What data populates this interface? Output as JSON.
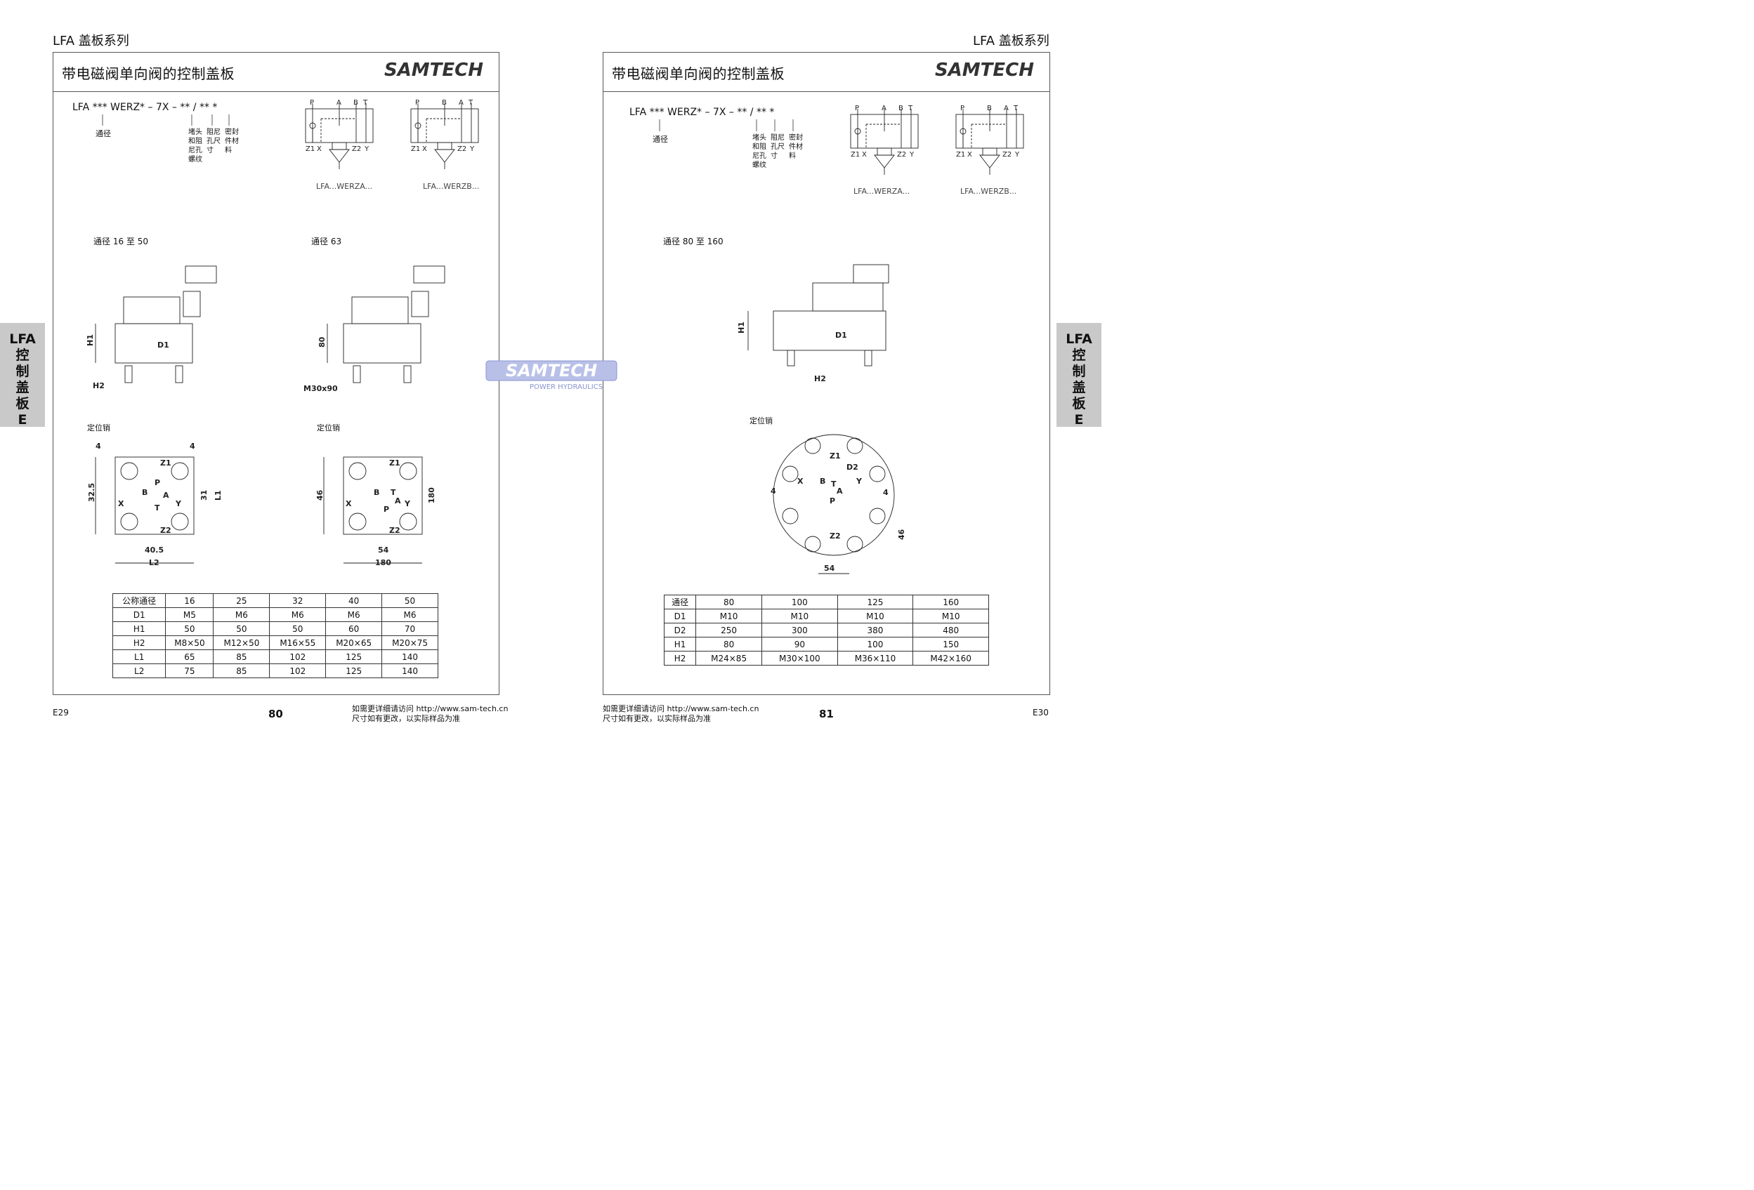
{
  "left": {
    "series": "LFA 盖板系列",
    "title": "带电磁阀单向阀的控制盖板",
    "logo": "SAMTECH",
    "code": "LFA *** WERZ* – 7X – ** / ** *",
    "code_labels": {
      "bore": "通径",
      "plug": "堵头\n和阻\n尼孔\n螺纹",
      "orifice": "阻尼\n孔尺\n寸",
      "seal": "密封\n件材\n料"
    },
    "symbol_a": "LFA...WERZA...",
    "symbol_b": "LFA...WERZB...",
    "size1": "通径 16 至 50",
    "size2": "通径 63",
    "pin_label": "定位销",
    "dims": {
      "h1": "H1",
      "d1": "D1",
      "h2": "H2",
      "m30": "M30x90",
      "n80": "80",
      "n4": "4",
      "n32": "32.5",
      "n31": "31",
      "l1": "L1",
      "n405": "40.5",
      "l2": "L2",
      "n46": "46",
      "n180": "180",
      "n54": "54"
    },
    "ports": {
      "z1": "Z1",
      "z2": "Z2",
      "p": "P",
      "b": "B",
      "a": "A",
      "t": "T",
      "x": "X",
      "y": "Y"
    },
    "table": [
      [
        "公称通径",
        "16",
        "25",
        "32",
        "40",
        "50"
      ],
      [
        "D1",
        "M5",
        "M6",
        "M6",
        "M6",
        "M6"
      ],
      [
        "H1",
        "50",
        "50",
        "50",
        "60",
        "70"
      ],
      [
        "H2",
        "M8×50",
        "M12×50",
        "M16×55",
        "M20×65",
        "M20×75"
      ],
      [
        "L1",
        "65",
        "85",
        "102",
        "125",
        "140"
      ],
      [
        "L2",
        "75",
        "85",
        "102",
        "125",
        "140"
      ]
    ],
    "page_code": "E29",
    "page_no": "80",
    "note1": "如需更详细请访问 http://www.sam-tech.cn",
    "note2": "尺寸如有更改，以实际样品为准",
    "tab": [
      "LFA",
      "控",
      "制",
      "盖",
      "板",
      "E"
    ]
  },
  "right": {
    "series": "LFA 盖板系列",
    "title": "带电磁阀单向阀的控制盖板",
    "logo": "SAMTECH",
    "code": "LFA *** WERZ* –  7X  – ** / ** *",
    "code_labels": {
      "bore": "通径",
      "plug": "堵头\n和阻\n尼孔\n螺纹",
      "orifice": "阻尼\n孔尺\n寸",
      "seal": "密封\n件材\n料"
    },
    "symbol_a": "LFA...WERZA...",
    "symbol_b": "LFA...WERZB...",
    "size1": "通径 80 至 160",
    "pin_label": "定位销",
    "dims": {
      "h1": "H1",
      "d1": "D1",
      "h2": "H2",
      "n4": "4",
      "n46": "46",
      "n54": "54",
      "d2": "D2"
    },
    "table": [
      [
        "通径",
        "80",
        "100",
        "125",
        "160"
      ],
      [
        "D1",
        "M10",
        "M10",
        "M10",
        "M10"
      ],
      [
        "D2",
        "250",
        "300",
        "380",
        "480"
      ],
      [
        "H1",
        "80",
        "90",
        "100",
        "150"
      ],
      [
        "H2",
        "M24×85",
        "M30×100",
        "M36×110",
        "M42×160"
      ]
    ],
    "page_code": "E30",
    "page_no": "81",
    "note1": "如需更详细请访问 http://www.sam-tech.cn",
    "note2": "尺寸如有更改，以实际样品为准",
    "tab": [
      "LFA",
      "控",
      "制",
      "盖",
      "板",
      "E"
    ]
  },
  "watermark": {
    "brand": "SAMTECH",
    "tagline": "POWER HYDRAULICS"
  }
}
